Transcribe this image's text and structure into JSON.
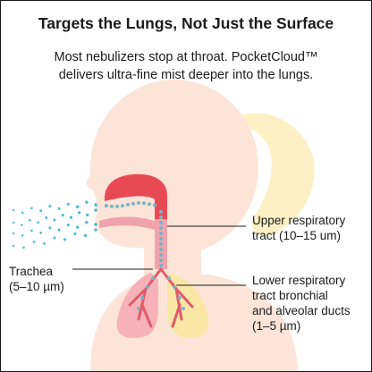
{
  "header": {
    "title": "Targets the Lungs, Not Just the Surface",
    "subtitle_line1": "Most nebulizers stop at throat. PocketCloud™",
    "subtitle_line2": "delivers ultra-fine mist deeper into the lungs."
  },
  "labels": {
    "upper": {
      "line1": "Upper respiratory",
      "line2": "tract (10–15 um)"
    },
    "trachea": {
      "line1": "Trachea",
      "line2": "(5–10 µm)"
    },
    "lower": {
      "line1": "Lower respiratory",
      "line2": "tract bronchial",
      "line3": "and alveolar ducts",
      "line4": "(1–5 µm)"
    }
  },
  "colors": {
    "skin": "#fce5d8",
    "hair": "#fdf0c4",
    "airway_red": "#e84a55",
    "mist_blue": "#4fbcd2",
    "lung_left": "#f6b2b8",
    "lung_right": "#fae7a6",
    "bronchi": "#e15a6a"
  }
}
